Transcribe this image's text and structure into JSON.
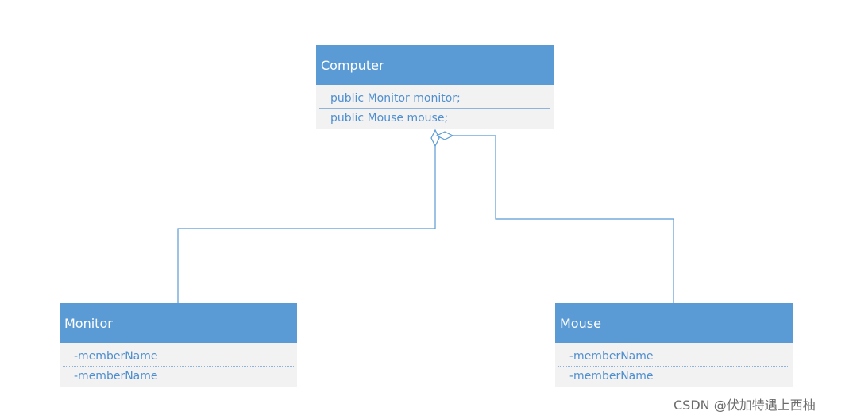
{
  "colors": {
    "header": "#5b9bd5",
    "body": "#f2f2f2",
    "member_text": "#4f8fcf",
    "connector": "#5b9bd5"
  },
  "classes": {
    "computer": {
      "name": "Computer",
      "members": [
        "public Monitor monitor;",
        "public Mouse mouse;"
      ]
    },
    "monitor": {
      "name": "Monitor",
      "members": [
        "-memberName",
        "-memberName"
      ]
    },
    "mouse": {
      "name": "Mouse",
      "members": [
        "-memberName",
        "-memberName"
      ]
    }
  },
  "relationships": [
    {
      "type": "aggregation",
      "whole": "Computer",
      "part": "Monitor"
    },
    {
      "type": "aggregation",
      "whole": "Computer",
      "part": "Mouse"
    }
  ],
  "watermark": "CSDN @伏加特遇上西柚"
}
